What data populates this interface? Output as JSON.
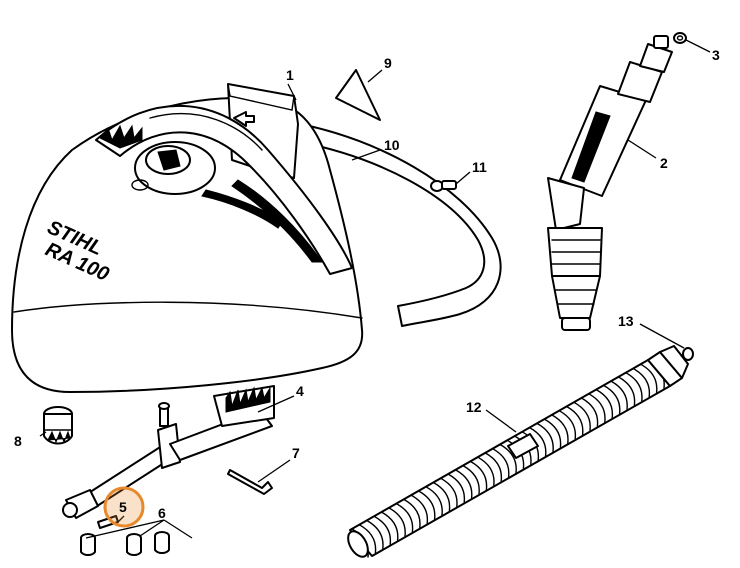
{
  "brand": {
    "name": "STIHL",
    "model": "RA 100"
  },
  "callouts": [
    "1",
    "2",
    "3",
    "4",
    "5",
    "6",
    "7",
    "8",
    "9",
    "10",
    "11",
    "12",
    "13"
  ],
  "highlight": {
    "callout": "5",
    "color": "#e8892c"
  }
}
